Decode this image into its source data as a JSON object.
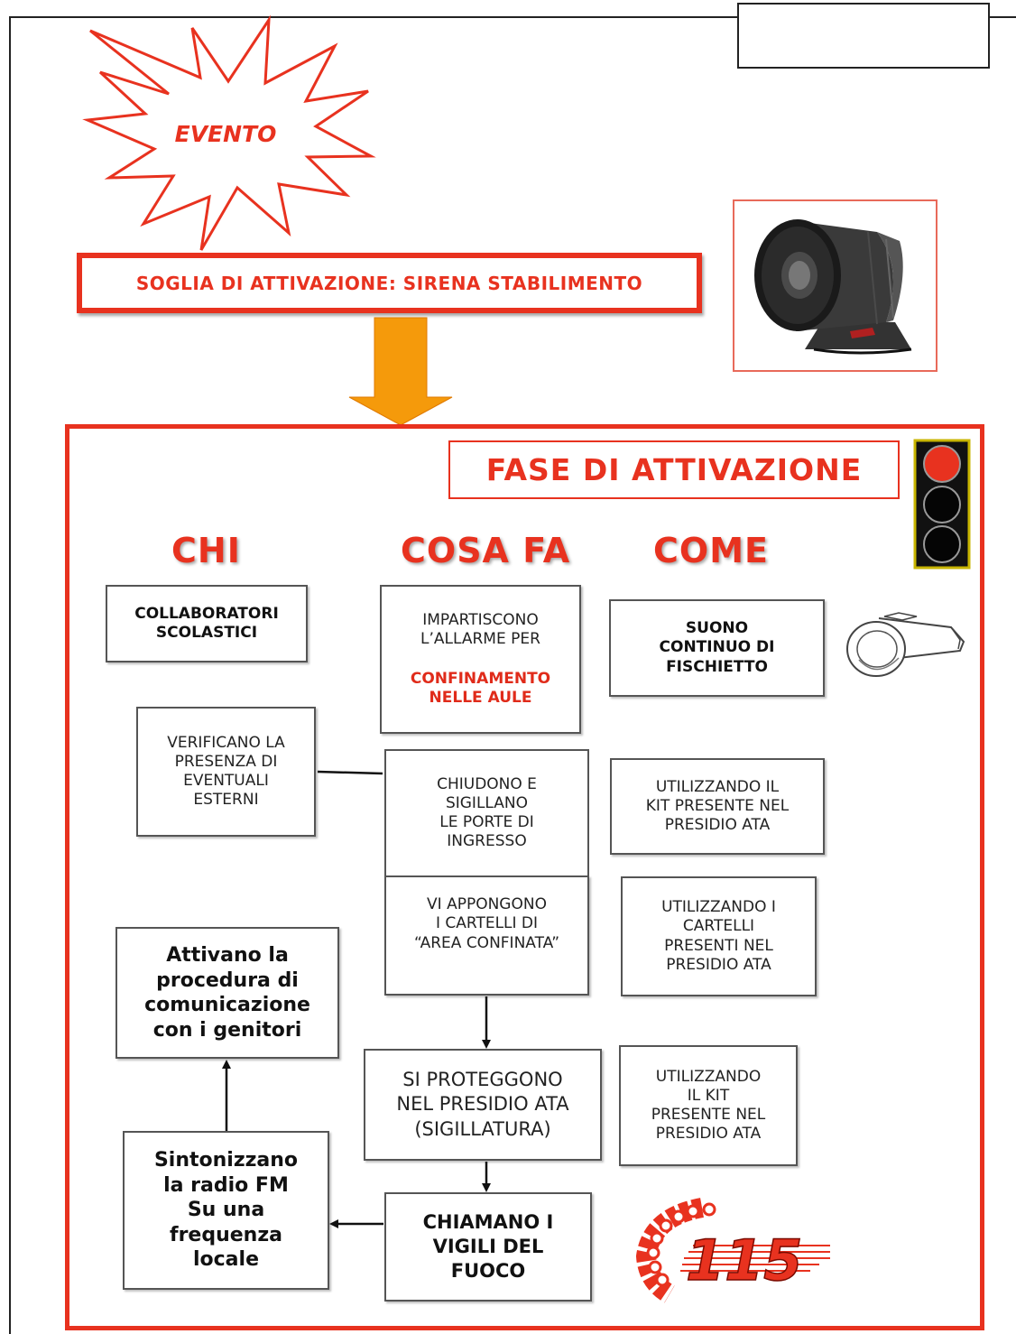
{
  "header": {
    "event_label": "EVENTO",
    "threshold_label": "SOGLIA DI ATTIVAZIONE: SIRENA STABILIMENTO"
  },
  "phase": {
    "title": "FASE DI ATTIVAZIONE"
  },
  "columns": {
    "who": "CHI",
    "what": "COSA FA",
    "how": "COME"
  },
  "who": {
    "collaborators": [
      "COLLABORATORI",
      "SCOLASTICI"
    ],
    "verify": [
      "VERIFICANO LA",
      "PRESENZA DI",
      "EVENTUALI",
      "ESTERNI"
    ],
    "parents": [
      "Attivano la",
      "procedura di",
      "comunicazione",
      "con i genitori"
    ],
    "radio": [
      "Sintonizzano",
      "la radio FM",
      "Su una",
      "frequenza",
      "locale"
    ]
  },
  "what": {
    "alarm": [
      "IMPARTISCONO",
      "L’ALLARME  PER"
    ],
    "alarm_red": [
      "CONFINAMENTO",
      "NELLE AULE"
    ],
    "close": [
      "CHIUDONO E",
      "SIGILLANO",
      "LE PORTE DI",
      "INGRESSO"
    ],
    "signs": [
      "VI APPONGONO",
      "I CARTELLI DI",
      "“AREA CONFINATA”"
    ],
    "protect": [
      "SI PROTEGGONO",
      "NEL PRESIDIO ATA",
      "(SIGILLATURA)"
    ],
    "call": [
      "CHIAMANO I",
      "VIGILI DEL",
      "FUOCO"
    ]
  },
  "how": {
    "whistle": [
      "SUONO",
      "CONTINUO DI",
      "FISCHIETTO"
    ],
    "kit1": [
      "UTILIZZANDO IL",
      "KIT PRESENTE NEL",
      "PRESIDIO ATA"
    ],
    "signs": [
      "UTILIZZANDO I",
      "CARTELLI",
      "PRESENTI NEL",
      "PRESIDIO ATA"
    ],
    "kit2": [
      "UTILIZZANDO",
      "IL KIT",
      "PRESENTE NEL",
      "PRESIDIO ATA"
    ]
  },
  "logo_115": "115",
  "traffic_light": {
    "active": "red"
  },
  "colors": {
    "accent": "#e8321f",
    "arrow": "#f59a0b",
    "border": "#555555"
  },
  "icons": [
    "siren-icon",
    "whistle-icon",
    "traffic-light-icon",
    "fire-brigade-115-logo"
  ]
}
